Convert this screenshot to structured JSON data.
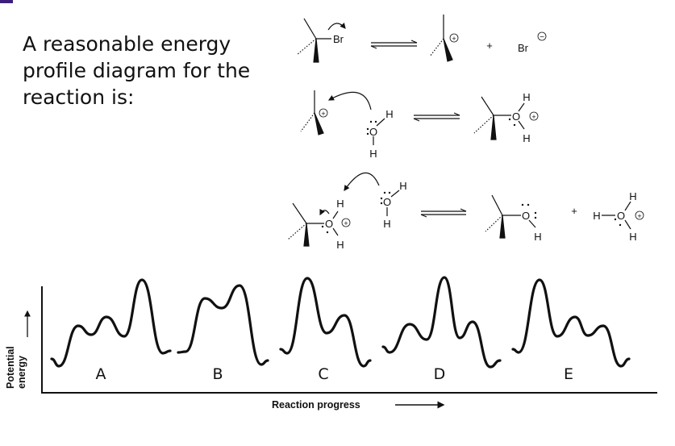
{
  "slide": {
    "prompt": "A reasonable energy profile diagram for the reaction is:",
    "accent_color": "#3b1f7a"
  },
  "mechanism": {
    "step1": {
      "leaving_group": "Br",
      "plus": "+",
      "bromide": "Br",
      "bromide_charge": "−",
      "cation_charge": "+"
    },
    "step2": {
      "cation_charge": "+",
      "water_o": "O",
      "water_h1": "H",
      "water_h2": "H",
      "product_o": "O",
      "product_h1": "H",
      "product_h2": "H",
      "product_charge": "+"
    },
    "step3": {
      "oxonium_o": "O",
      "oxonium_h1": "H",
      "oxonium_h2": "H",
      "oxonium_charge": "+",
      "water_o": "O",
      "water_h1": "H",
      "water_h2": "H",
      "alcohol_o": "O",
      "alcohol_h": "H",
      "plus": "+",
      "hydronium_o": "O",
      "hydronium_h1": "H",
      "hydronium_h2": "H",
      "hydronium_h3": "H",
      "hydronium_charge": "+"
    }
  },
  "energy_diagram": {
    "y_axis_label_line1": "Potential",
    "y_axis_label_line2": "energy",
    "x_axis_label": "Reaction progress",
    "profiles": [
      {
        "label": "A",
        "description_peaks": 3
      },
      {
        "label": "B",
        "description_peaks": 2
      },
      {
        "label": "C",
        "description_peaks": 2
      },
      {
        "label": "D",
        "description_peaks": 3
      },
      {
        "label": "E",
        "description_peaks": 3
      }
    ]
  }
}
